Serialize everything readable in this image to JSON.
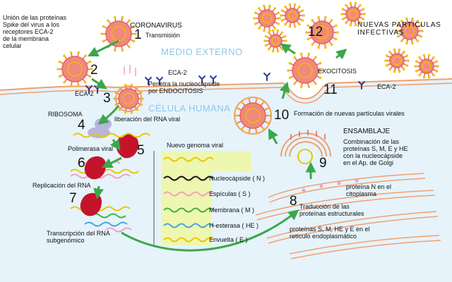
{
  "zones": {
    "external": "MEDIO EXTERNO",
    "cell": "CÉLULA HUMANA"
  },
  "labels": {
    "union": "Unión de las proteínas\nSpike del virus a los\nreceptores ECA-2\nde la membrana\ncelular",
    "coronavirus": "CORONAVIRUS",
    "transmision": "Transmisión",
    "eca2_top": "ECA-2",
    "eca2_left": "ECA-2",
    "eca2_right": "ECA-2",
    "penetra": "Penetra la nucleocápside\npor ENDOCITOSIS",
    "ribosoma": "RIBOSOMA",
    "liberacion": "liberación del RNA viral",
    "polimerasa": "Polimerasa viral",
    "replicacion": "Replicación del RNA",
    "transcripcion": "Transcripción del RNA\nsubgenómico",
    "nuevo_genoma": "Nuevo genoma viral",
    "nuevas_particulas": "NUEVAS PARTÍCULAS\nINFECTIVAS",
    "exocitosis": "EXOCITOSIS",
    "formacion": "Formación de nuevas partículas virales",
    "ensamblaje": "ENSAMBLAJE",
    "combinacion": "Combinación de las\nproteínas S, M, E y HE\ncon la nucleocápside\nen el Ap. de Golgi",
    "proteina_n": "proteína N en el\ncitoplasma",
    "traduccion": "Traducción de las\nproteínas estructurales",
    "proteinas_shme": "proteínas S, M, HE y E en el\nretículo endoplasmático"
  },
  "steps": [
    "1",
    "2",
    "3",
    "4",
    "5",
    "6",
    "7",
    "8",
    "9",
    "10",
    "11",
    "12"
  ],
  "legend": [
    {
      "label": "Nucleocápside  ( N )",
      "color": "#111111"
    },
    {
      "label": "Espículas  ( S )",
      "color": "#f4a0c0"
    },
    {
      "label": "Membrana  ( M )",
      "color": "#3cb43c"
    },
    {
      "label": "H-esterasa  ( HE )",
      "color": "#4aa3e0"
    },
    {
      "label": "Envuelta  ( E )",
      "color": "#e8c800"
    }
  ],
  "colors": {
    "cell_fill": "#e6f3fb",
    "membrane": "#f0a070",
    "virus_body": "#e8605a",
    "arrow": "#3aa84a",
    "ribosome": "#b9b4dc",
    "polymerase": "#c4142c",
    "genome_box": "#eef7b0"
  }
}
